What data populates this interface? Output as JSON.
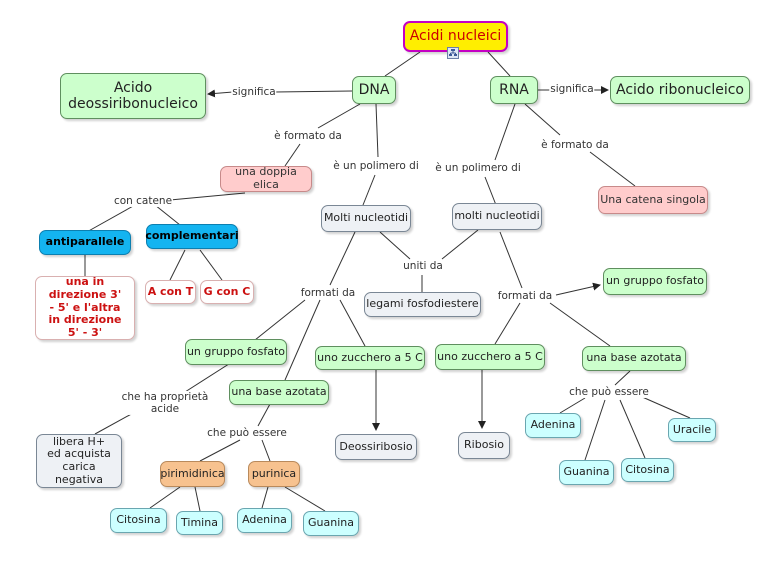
{
  "nodes": {
    "root": "Acidi nucleici",
    "dna": "DNA",
    "rna": "RNA",
    "acido_deossiribonucleico": "Acido deossiribonucleico",
    "acido_ribonucleico": "Acido ribonucleico",
    "doppia_elica": "una doppia elica",
    "catena_singola": "Una catena singola",
    "molti_nucleotidi_dna": "Molti nucleotidi",
    "molti_nucleotidi_rna": "molti nucleotidi",
    "antiparallele": "antiparallele",
    "complementari": "complementari",
    "direzione": "una in direzione 3' - 5' e l'altra in direzione 5' - 3'",
    "a_con_t": "A con T",
    "g_con_c": "G con C",
    "legami_fosfodiestere": "legami fosfodiestere",
    "gruppo_fosfato_dna": "un gruppo fosfato",
    "gruppo_fosfato_rna": "un gruppo fosfato",
    "zucchero_dna": "uno zucchero a 5 C",
    "zucchero_rna": "uno zucchero a 5 C",
    "base_azotata_dna": "una base azotata",
    "base_azotata_rna": "una base azotata",
    "libera_h": "libera H+ ed acquista carica negativa",
    "deossiribosio": "Deossiribosio",
    "ribosio": "Ribosio",
    "pirimidinica": "pirimidinica",
    "purinica": "purinica",
    "citosina_dna": "Citosina",
    "timina": "Timina",
    "adenina_dna": "Adenina",
    "guanina_dna": "Guanina",
    "adenina_rna": "Adenina",
    "guanina_rna": "Guanina",
    "citosina_rna": "Citosina",
    "uracile": "Uracile"
  },
  "links": {
    "significa_dna": "significa",
    "significa_rna": "significa",
    "formato_da_dna": "è formato da",
    "formato_da_rna": "è formato da",
    "polimero_dna": "è un polimero di",
    "polimero_rna": "è un polimero di",
    "con_catene": "con catene",
    "uniti_da": "uniti da",
    "formati_da_dna": "formati da",
    "formati_da_rna": "formati da",
    "proprieta_acide": "che ha proprietà acide",
    "puo_essere_dna": "che può essere",
    "puo_essere_rna": "che può essere"
  },
  "icon": "concept-map-icon",
  "colors": {
    "root_fill": "#ffee00",
    "root_border": "#c400c4",
    "root_text": "#cc0000",
    "green_fill": "#ccffcc",
    "grey_fill": "#eef1f5",
    "pink_fill": "#ffcccc",
    "blue_fill": "#14b4f0",
    "orange_fill": "#f7c28f",
    "cyan_fill": "#ccffff",
    "red_text": "#cc1111",
    "line": "#333333"
  }
}
